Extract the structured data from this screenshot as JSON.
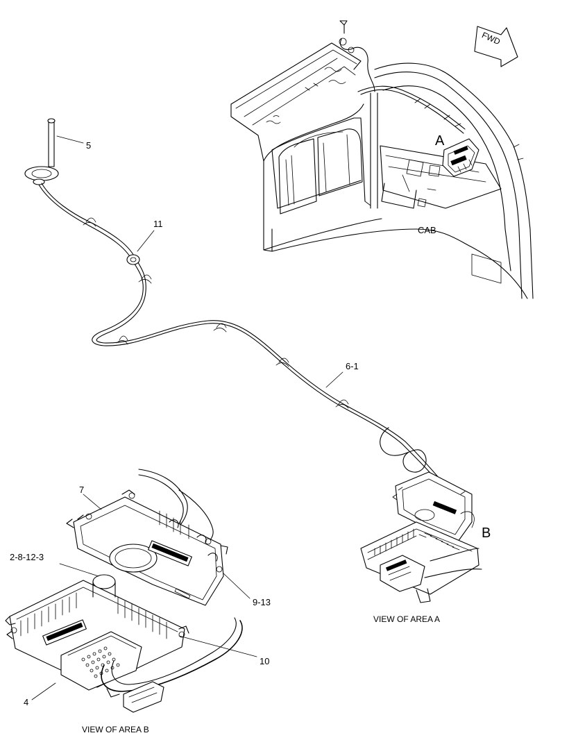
{
  "direction_arrow": {
    "label": "FWD"
  },
  "areas": {
    "a_marker": "A",
    "b_marker": "B"
  },
  "cab_label": "CAB",
  "callouts": {
    "c5": "5",
    "c11": "11",
    "c6_1": "6-1",
    "c7": "7",
    "c2_8_12_3": "2-8-12-3",
    "c9_13": "9-13",
    "c10": "10",
    "c4": "4"
  },
  "captions": {
    "view_a": "VIEW OF AREA  A",
    "view_b": "VIEW OF AREA B"
  }
}
